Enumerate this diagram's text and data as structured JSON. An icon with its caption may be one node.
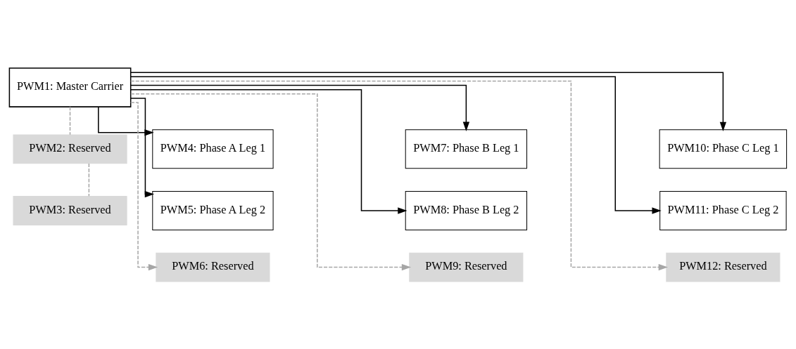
{
  "diagram": {
    "nodes": [
      {
        "text": [
          "PWM1: Master Carrier"
        ]
      },
      {
        "text": [
          "PWM2: Reserved"
        ]
      },
      {
        "text": [
          "PWM3: Reserved"
        ]
      },
      {
        "text": [
          "PWM4: Phase A Leg 1"
        ]
      },
      {
        "text": [
          "PWM5: Phase A Leg 2"
        ]
      },
      {
        "text": [
          "PWM6: Reserved"
        ]
      },
      {
        "text": [
          "PWM7: Phase B Leg 1"
        ]
      },
      {
        "text": [
          "PWM8: Phase B Leg 2"
        ]
      },
      {
        "text": [
          "PWM9: Reserved"
        ]
      },
      {
        "text": [
          "PWM10: Phase C Leg 1"
        ]
      },
      {
        "text": [
          "PWM11: Phase C Leg 2"
        ]
      },
      {
        "text": [
          "PWM12: Reserved"
        ]
      }
    ],
    "edges": [
      {
        "from": 0,
        "to": 1,
        "arrow": "none",
        "style": "dashed",
        "color": "#a6a6a6"
      },
      {
        "from": 1,
        "to": 2,
        "arrow": "none",
        "style": "dashed",
        "color": "#a6a6a6"
      },
      {
        "from": 0,
        "to": 3,
        "arrow": "to"
      },
      {
        "from": 0,
        "to": 4,
        "arrow": "to"
      },
      {
        "from": 0,
        "to": 5,
        "arrow": "to",
        "style": "dashed",
        "color": "#a6a6a6"
      },
      {
        "from": 0,
        "to": 6,
        "arrow": "to"
      },
      {
        "from": 0,
        "to": 7,
        "arrow": "to"
      },
      {
        "from": 0,
        "to": 8,
        "arrow": "to",
        "style": "dashed",
        "color": "#a6a6a6"
      },
      {
        "from": 0,
        "to": 9,
        "arrow": "to"
      },
      {
        "from": 0,
        "to": 10,
        "arrow": "to"
      },
      {
        "from": 0,
        "to": 11,
        "arrow": "to",
        "style": "dashed",
        "color": "#a6a6a6"
      }
    ]
  }
}
